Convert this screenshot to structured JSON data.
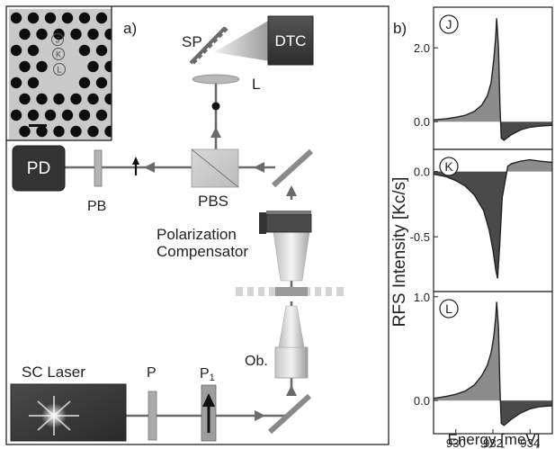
{
  "panel_a": {
    "label": "a)",
    "components": {
      "dtc": "DTC",
      "sp": "SP",
      "lens": "L",
      "pd": "PD",
      "pb": "PB",
      "pbs": "PBS",
      "compensator_line1": "Polarization",
      "compensator_line2": "Compensator",
      "objective": "Ob.",
      "laser": "SC Laser",
      "polarizer": "P",
      "polarizer1": "P",
      "polarizer1_sub": "1"
    },
    "inset_markers": [
      "J",
      "K",
      "L"
    ],
    "colors": {
      "box_dark": "#3f3f3f",
      "beam": "#6a6a6a",
      "frame": "#333333"
    }
  },
  "panel_b": {
    "label": "b)",
    "ylabel": "RFS Intensity [Kc/s]",
    "xlabel": "Energy [meV]",
    "xticks": [
      "930",
      "932",
      "934"
    ],
    "colors": {
      "positive_fill": "#8c8c8c",
      "negative_fill": "#4a4a4a",
      "line": "#222222"
    }
  },
  "chart_data": [
    {
      "type": "area",
      "marker": "J",
      "xlabel": "Energy [meV]",
      "ylabel": "RFS Intensity [Kc/s]",
      "xlim": [
        928.8,
        935.2
      ],
      "ylim": [
        -0.75,
        3.1
      ],
      "yticks": [
        "0.0",
        "2.0"
      ],
      "ytick_values": [
        0,
        2
      ],
      "x": [
        928.8,
        929.5,
        930.0,
        930.5,
        931.0,
        931.4,
        931.7,
        931.9,
        932.05,
        932.15,
        932.2,
        932.3,
        932.38,
        932.45,
        932.6,
        933.0,
        933.5,
        934.0,
        934.5,
        935.2
      ],
      "y": [
        0.05,
        0.08,
        0.12,
        0.17,
        0.28,
        0.45,
        0.7,
        1.05,
        1.7,
        2.3,
        2.8,
        2.0,
        0.4,
        -0.45,
        -0.5,
        -0.35,
        -0.22,
        -0.15,
        -0.12,
        -0.1
      ]
    },
    {
      "type": "area",
      "marker": "K",
      "xlabel": "Energy [meV]",
      "ylabel": "RFS Intensity [Kc/s]",
      "xlim": [
        928.8,
        935.2
      ],
      "ylim": [
        -0.92,
        0.17
      ],
      "yticks": [
        "0.0",
        "-0.5"
      ],
      "ytick_values": [
        0,
        -0.5
      ],
      "x": [
        928.8,
        929.5,
        930.0,
        930.5,
        931.0,
        931.5,
        931.8,
        932.0,
        932.15,
        932.25,
        932.35,
        932.5,
        932.8,
        933.0,
        933.5,
        934.0,
        934.5,
        935.2
      ],
      "y": [
        -0.02,
        -0.04,
        -0.07,
        -0.11,
        -0.18,
        -0.3,
        -0.45,
        -0.6,
        -0.75,
        -0.82,
        -0.6,
        -0.2,
        0.04,
        0.06,
        0.08,
        0.09,
        0.08,
        0.07
      ]
    },
    {
      "type": "area",
      "marker": "L",
      "xlabel": "Energy [meV]",
      "ylabel": "RFS Intensity [Kc/s]",
      "xlim": [
        928.8,
        935.2
      ],
      "ylim": [
        -0.32,
        1.05
      ],
      "yticks": [
        "0.0",
        "1.0"
      ],
      "ytick_values": [
        0,
        1
      ],
      "x": [
        928.8,
        929.5,
        930.0,
        930.5,
        931.0,
        931.4,
        931.7,
        931.9,
        932.05,
        932.15,
        932.2,
        932.3,
        932.38,
        932.45,
        932.6,
        933.0,
        933.5,
        934.0,
        934.5,
        935.2
      ],
      "y": [
        0.02,
        0.04,
        0.06,
        0.09,
        0.15,
        0.24,
        0.34,
        0.46,
        0.62,
        0.8,
        0.95,
        0.7,
        0.1,
        -0.22,
        -0.24,
        -0.18,
        -0.12,
        -0.08,
        -0.06,
        -0.05
      ]
    }
  ]
}
